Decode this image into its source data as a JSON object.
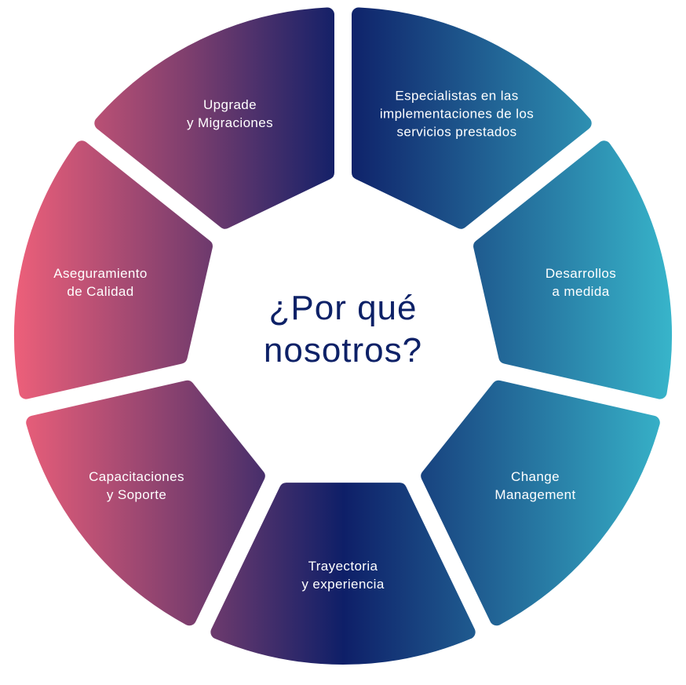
{
  "center_title": {
    "line1": "¿Por qué",
    "line2": "nosotros?"
  },
  "segments": [
    {
      "lines": [
        "Trayectoria",
        "y experiencia"
      ]
    },
    {
      "lines": [
        "Capacitaciones",
        "y Soporte"
      ]
    },
    {
      "lines": [
        "Aseguramiento",
        "de Calidad"
      ]
    },
    {
      "lines": [
        "Upgrade",
        "y Migraciones"
      ]
    },
    {
      "lines": [
        "Especialistas en las",
        "implementaciones de los",
        "servicios prestados"
      ]
    },
    {
      "lines": [
        "Desarrollos",
        "a medida"
      ]
    },
    {
      "lines": [
        "Change",
        "Management"
      ]
    }
  ],
  "colors": {
    "pink": "#ee5f7a",
    "purple": "#7a3d6e",
    "navy": "#0e1f68",
    "teal": "#38b4ca",
    "title": "#0d2167"
  }
}
